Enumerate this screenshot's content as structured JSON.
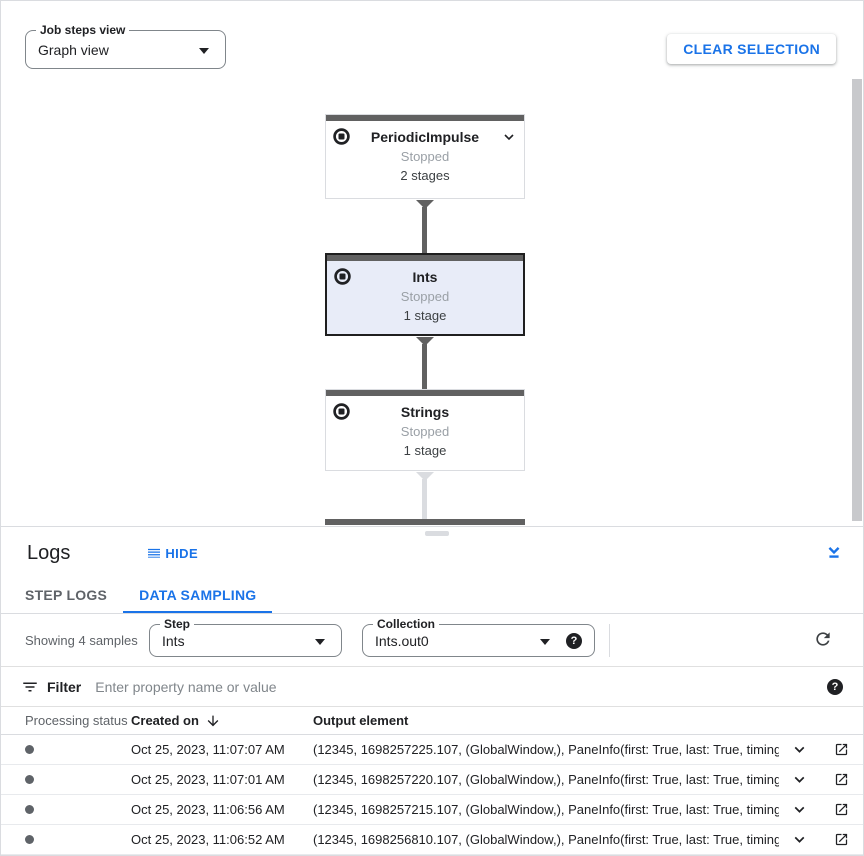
{
  "colors": {
    "accent": "#1a73e8",
    "node_top_bar": "#616161",
    "selected_node_bg": "#e8ecf8",
    "border": "#dadce0",
    "muted_text": "#5f6368"
  },
  "icons": {
    "node_status": "stop-circle",
    "node_expand": "chevron-down",
    "hide": "reorder-lines",
    "collapse_panel": "chevron-down-with-underline",
    "help": "question-mark-in-circle",
    "refresh": "circular-arrow",
    "filter": "filter-lines",
    "sort": "arrow-downward",
    "row_expand": "chevron-down",
    "row_open": "open-in-new"
  },
  "toolbar": {
    "job_steps_view_label": "Job steps view",
    "job_steps_view_value": "Graph view",
    "clear_selection_label": "CLEAR SELECTION"
  },
  "graph": {
    "nodes": [
      {
        "title": "PeriodicImpulse",
        "status": "Stopped",
        "stages": "2 stages",
        "selected": false
      },
      {
        "title": "Ints",
        "status": "Stopped",
        "stages": "1 stage",
        "selected": true
      },
      {
        "title": "Strings",
        "status": "Stopped",
        "stages": "1 stage",
        "selected": false
      }
    ]
  },
  "logs": {
    "title": "Logs",
    "hide_label": "HIDE",
    "tabs": [
      {
        "label": "STEP LOGS",
        "active": false
      },
      {
        "label": "DATA SAMPLING",
        "active": true
      }
    ],
    "showing_text": "Showing 4 samples",
    "step_label": "Step",
    "step_value": "Ints",
    "collection_label": "Collection",
    "collection_value": "Ints.out0",
    "filter_label": "Filter",
    "filter_placeholder": "Enter property name or value",
    "help_glyph": "?",
    "table": {
      "columns": {
        "status": "Processing status",
        "created": "Created on",
        "output": "Output element"
      },
      "rows": [
        {
          "created_on": "Oct 25, 2023, 11:07:07 AM",
          "output": "(12345, 1698257225.107, (GlobalWindow,), PaneInfo(first: True, last: True, timing…"
        },
        {
          "created_on": "Oct 25, 2023, 11:07:01 AM",
          "output": "(12345, 1698257220.107, (GlobalWindow,), PaneInfo(first: True, last: True, timing…"
        },
        {
          "created_on": "Oct 25, 2023, 11:06:56 AM",
          "output": "(12345, 1698257215.107, (GlobalWindow,), PaneInfo(first: True, last: True, timing…"
        },
        {
          "created_on": "Oct 25, 2023, 11:06:52 AM",
          "output": "(12345, 1698256810.107, (GlobalWindow,), PaneInfo(first: True, last: True, timing…"
        }
      ]
    }
  }
}
